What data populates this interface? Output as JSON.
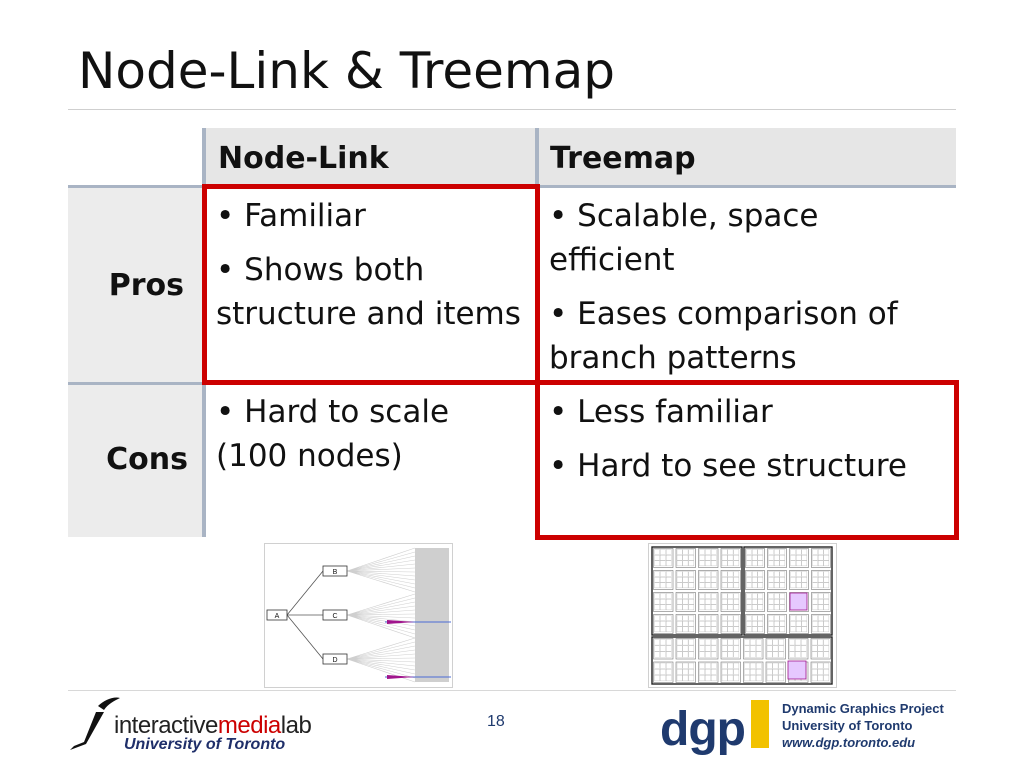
{
  "slide": {
    "title": "Node-Link & Treemap",
    "page_number": "18"
  },
  "table": {
    "col_headers": [
      "Node-Link",
      "Treemap"
    ],
    "rows": [
      {
        "label": "Pros",
        "node_link": [
          "• Familiar",
          "• Shows both structure and items"
        ],
        "treemap": [
          "• Scalable, space efficient",
          "• Eases comparison of branch patterns"
        ]
      },
      {
        "label": "Cons",
        "node_link": [
          "• Hard to scale (100 nodes)"
        ],
        "treemap": [
          "• Less familiar",
          "• Hard to see structure"
        ]
      }
    ]
  },
  "node_link_image": {
    "labels": [
      "A",
      "B",
      "C",
      "D"
    ]
  },
  "footer": {
    "iml_left": "interactive",
    "iml_media": "media",
    "iml_right": "lab",
    "iml_university": "University of Toronto",
    "dgp_logo": "dgp",
    "dgp_line1": "Dynamic Graphics Project",
    "dgp_line2": "University of Toronto",
    "dgp_url": "www.dgp.toronto.edu"
  },
  "colors": {
    "highlight": "#cc0000",
    "grid": "#a9b4c4",
    "header_bg": "#e6e6e6",
    "brand_blue": "#1f3a6e",
    "brand_yellow": "#f2c200"
  }
}
